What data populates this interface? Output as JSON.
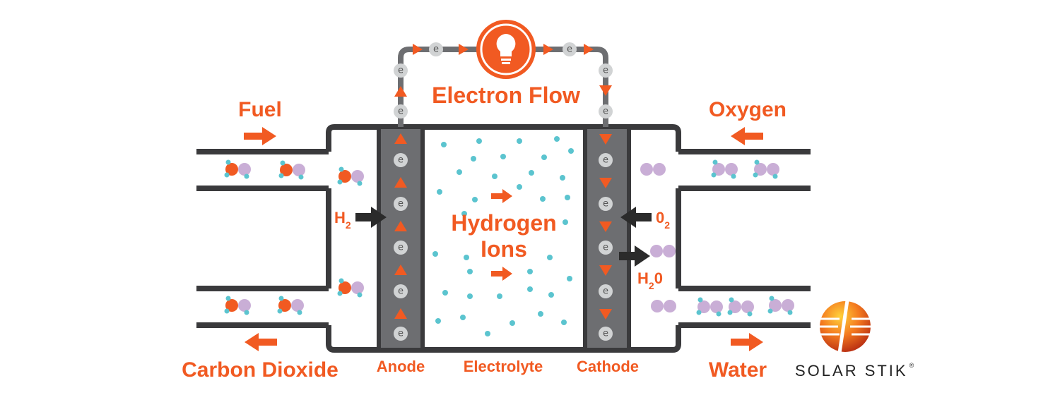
{
  "labels": {
    "electron_flow": "Electron Flow",
    "fuel": "Fuel",
    "oxygen": "Oxygen",
    "hydrogen_ions_line1": "Hydrogen",
    "hydrogen_ions_line2": "Ions",
    "carbon_dioxide": "Carbon Dioxide",
    "anode": "Anode",
    "electrolyte": "Electrolyte",
    "cathode": "Cathode",
    "water": "Water",
    "h2": "H",
    "h2_sub": "2",
    "o2": "0",
    "o2_sub": "2",
    "h2o_h": "H",
    "h2o_sub": "2",
    "h2o_o": "0",
    "electron": "e"
  },
  "logo": {
    "text": "SOLAR STIK",
    "mark": "®"
  },
  "colors": {
    "orange": "#f15a22",
    "wall": "#3a3a3c",
    "electrode": "#6d6e71",
    "electron": "#d1d3d4",
    "ion": "#5bc4cf",
    "purple_atom": "#c9aed6"
  },
  "icons": [
    "lightbulb-icon",
    "arrow-icon",
    "electron-icon",
    "molecule-icon"
  ]
}
